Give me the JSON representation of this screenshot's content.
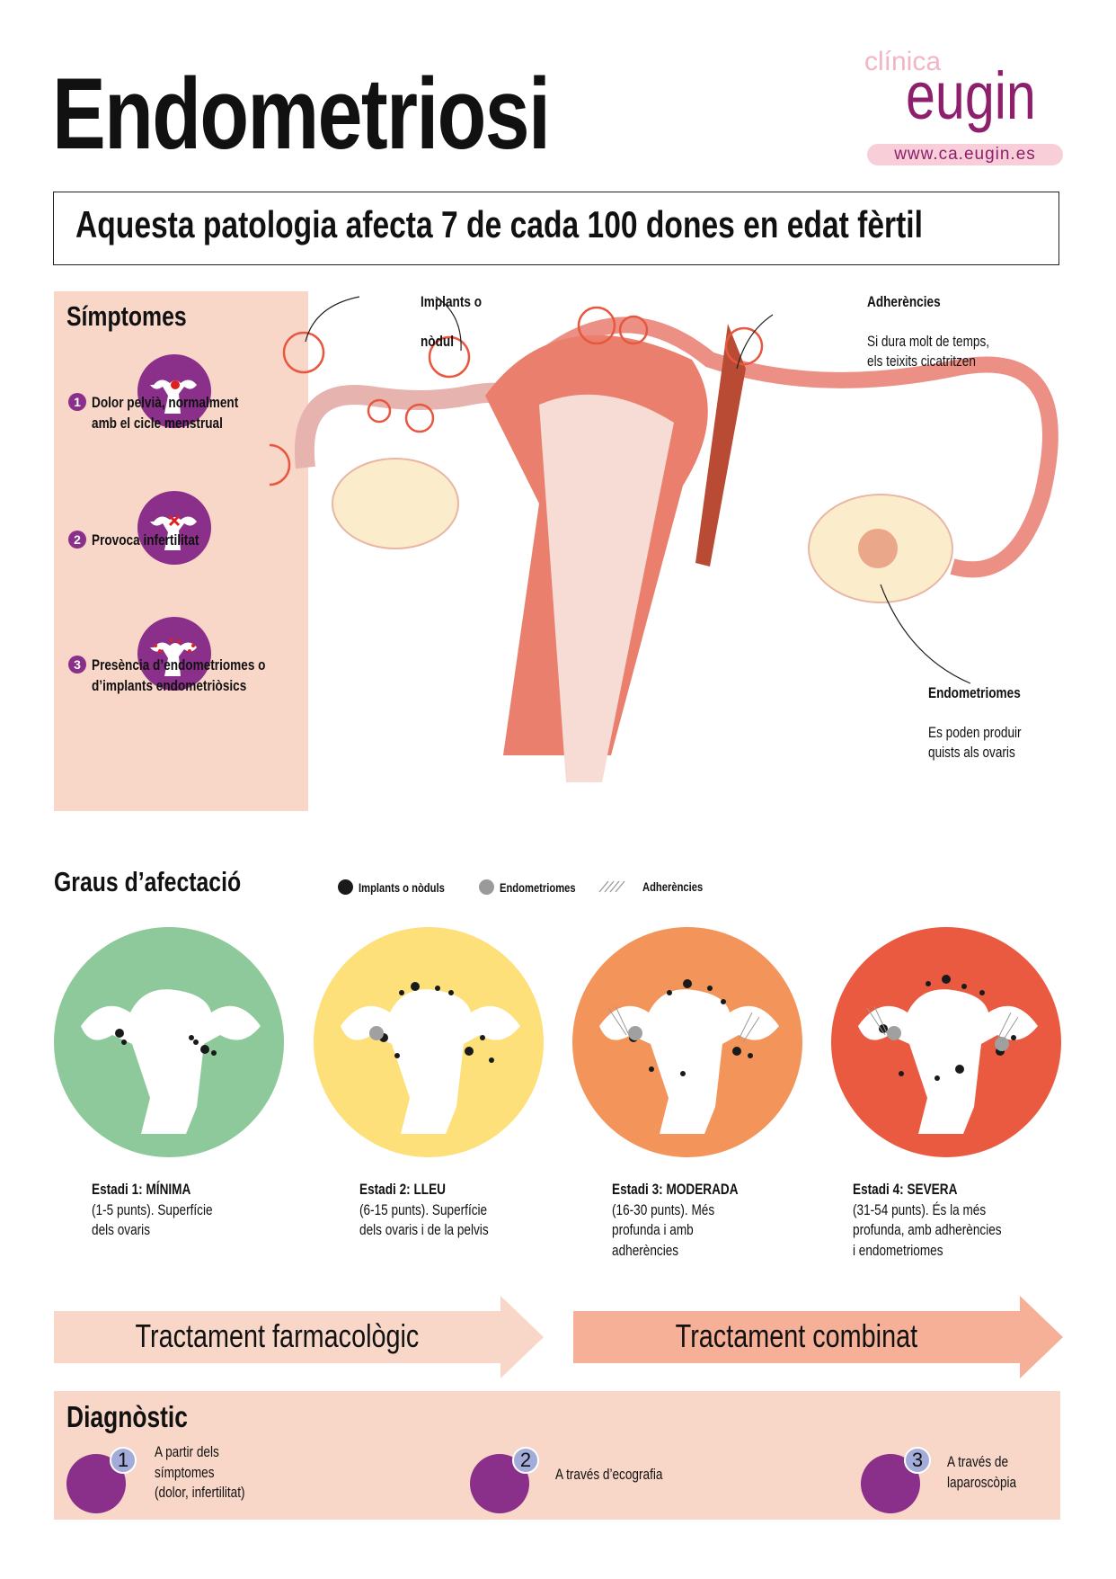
{
  "title": "Endometriosi",
  "logo": {
    "clinica": "clínica",
    "brand": "eugin",
    "url": "www.ca.eugin.es"
  },
  "stat": "Aquesta patologia afecta 7 de cada 100 dones en edat fèrtil",
  "symptoms": {
    "heading": "Símptomes",
    "items": [
      {
        "num": "1",
        "line1": "Dolor pelvià, normalment",
        "line2": "amb el cicle menstrual"
      },
      {
        "num": "2",
        "line1": "Provoca infertilitat",
        "line2": ""
      },
      {
        "num": "3",
        "line1": "Presència d’endometriomes o",
        "line2": "d’implants endometriòsics"
      }
    ]
  },
  "illustration": {
    "implants": {
      "title": "Implants o",
      "title2": "nòdul"
    },
    "adhesions": {
      "title": "Adherències",
      "line1": "Si dura molt de temps,",
      "line2": "els teixits cicatritzen"
    },
    "endometriomas": {
      "title": "Endometriomes",
      "line1": "Es poden produir",
      "line2": "quists als ovaris"
    }
  },
  "grades": {
    "heading": "Graus d’afectació",
    "legend": [
      {
        "label": "Implants o nòduls",
        "color": "#1a1a1a"
      },
      {
        "label": "Endometriomes",
        "color": "#9a9a9a"
      },
      {
        "label": "Adherències",
        "color": "#aaaaaa"
      }
    ],
    "stages": [
      {
        "color": "#8dc99a",
        "l1": "Estadi 1: MÍNIMA",
        "l2": "(1-5 punts). Superfície",
        "l3": "dels ovaris",
        "l4": ""
      },
      {
        "color": "#fde07a",
        "l1": "Estadi 2: LLEU",
        "l2": "(6-15 punts). Superfície",
        "l3": "dels ovaris i de la pelvis",
        "l4": ""
      },
      {
        "color": "#f3955a",
        "l1": "Estadi 3: MODERADA",
        "l2": "(16-30 punts). Més",
        "l3": "profunda i amb",
        "l4": "adherències"
      },
      {
        "color": "#ea5a40",
        "l1": "Estadi 4: SEVERA",
        "l2": "(31-54 punts). És la més",
        "l3": "profunda, amb adherències",
        "l4": "i endometriomes"
      }
    ]
  },
  "treatments": [
    {
      "label": "Tractament farmacològic",
      "color": "#f9d7c8"
    },
    {
      "label": "Tractament combinat",
      "color": "#f5b097"
    }
  ],
  "diagnosis": {
    "heading": "Diagnòstic",
    "items": [
      {
        "num": "1",
        "l1": "A partir dels",
        "l2": "símptomes",
        "l3": "(dolor, infertilitat)"
      },
      {
        "num": "2",
        "l1": "A través d’ecografia",
        "l2": "",
        "l3": ""
      },
      {
        "num": "3",
        "l1": "A través de",
        "l2": "laparoscòpia",
        "l3": ""
      }
    ]
  }
}
